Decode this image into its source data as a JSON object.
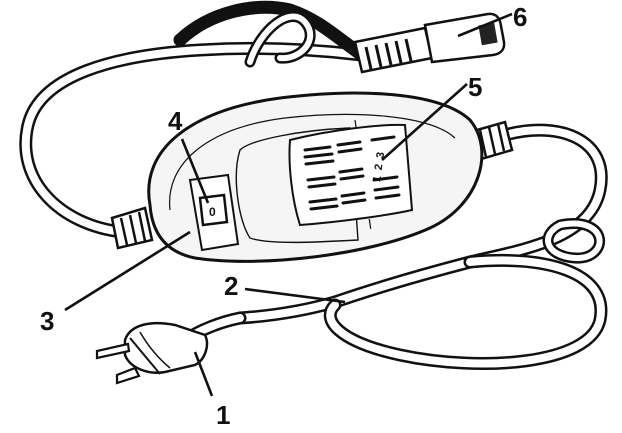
{
  "diagram": {
    "callouts": [
      {
        "id": "1",
        "label": "1"
      },
      {
        "id": "2",
        "label": "2"
      },
      {
        "id": "3",
        "label": "3"
      },
      {
        "id": "4",
        "label": "4"
      },
      {
        "id": "5",
        "label": "5"
      },
      {
        "id": "6",
        "label": "6"
      }
    ],
    "switch_mark": "0",
    "scale_digits": [
      "1",
      "2",
      "3"
    ]
  },
  "colors": {
    "ink": "#111111",
    "paper": "#ffffff",
    "body_fill": "#f2f2f2",
    "panel_fill": "#ffffff"
  }
}
